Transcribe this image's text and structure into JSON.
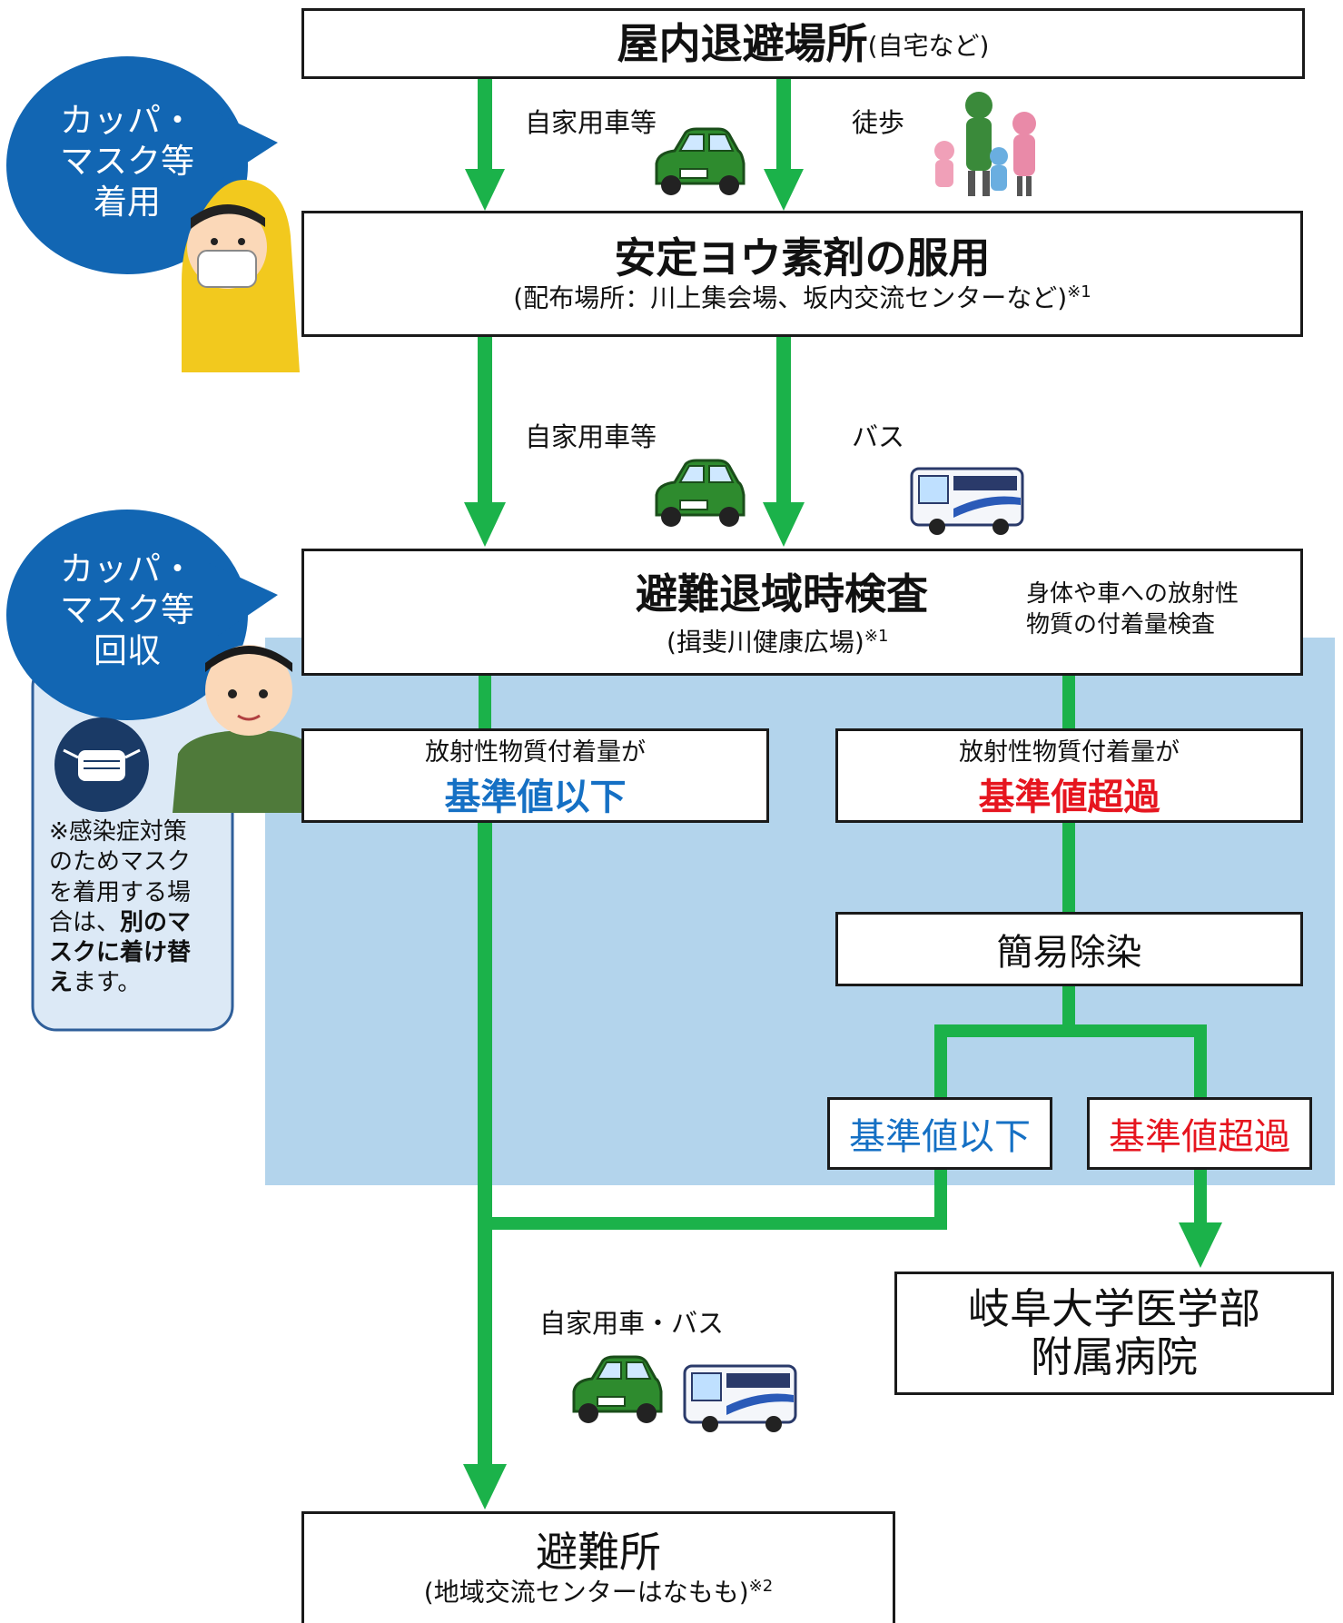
{
  "colors": {
    "arrow": "#1bb24a",
    "zone": "#b3d4ec",
    "bubble": "#1266b3",
    "below_standard": "#1570c4",
    "above_standard": "#e6151f",
    "note_bg": "#dce9f6",
    "note_border": "#2f5f9a"
  },
  "icons": [
    "car-icon",
    "walking-family-icon",
    "bus-icon",
    "raincoat-person-icon",
    "jacket-person-icon",
    "mask-icon"
  ],
  "step1": {
    "title": "屋内退避場所",
    "note": "(自宅など)"
  },
  "transport1": {
    "car": "自家用車等",
    "walk": "徒歩"
  },
  "step2": {
    "title": "安定ヨウ素剤の服用",
    "sub": "(配布場所：川上集会場、坂内交流センターなど)",
    "mark": "※1"
  },
  "transport2": {
    "car": "自家用車等",
    "bus": "バス"
  },
  "step3": {
    "title": "避難退域時検査",
    "sub": "(揖斐川健康広場)",
    "mark": "※1",
    "desc_line1": "身体や車への放射性",
    "desc_line2": "物質の付着量検査"
  },
  "result_low": {
    "line1": "放射性物質付着量が",
    "line2": "基準値以下"
  },
  "result_high": {
    "line1": "放射性物質付着量が",
    "line2": "基準値超過"
  },
  "decon": {
    "label": "簡易除染"
  },
  "decon_low": {
    "label": "基準値以下"
  },
  "decon_high": {
    "label": "基準値超過"
  },
  "hospital": {
    "line1": "岐阜大学医学部",
    "line2": "附属病院"
  },
  "transport3": {
    "label": "自家用車・バス"
  },
  "shelter": {
    "title": "避難所",
    "sub": "(地域交流センターはなもも)",
    "mark": "※2"
  },
  "bubble1": {
    "line1": "カッパ・",
    "line2": "マスク等",
    "line3": "着用"
  },
  "bubble2": {
    "line1": "カッパ・",
    "line2": "マスク等",
    "line3": "回収"
  },
  "note": {
    "line1": "※感染症対策",
    "line2": "のためマスク",
    "line3": "を着用する場",
    "line4_a": "合は、",
    "line4_b": "別のマ",
    "line5": "スクに着け替",
    "line6_a": "え",
    "line6_b": "ます。"
  }
}
